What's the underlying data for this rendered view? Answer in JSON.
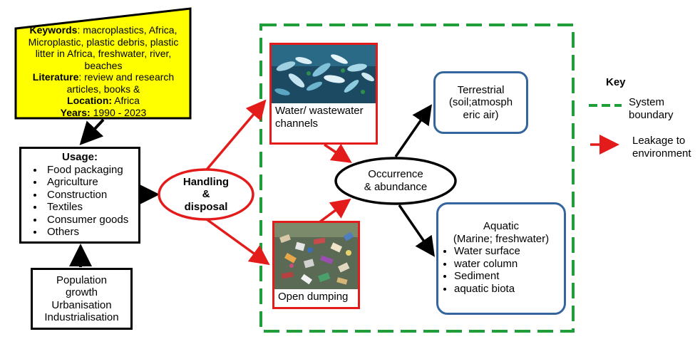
{
  "keywords_box": {
    "keywords_label": "Keywords",
    "keywords_text": ": macroplastics, Africa, Microplastic, plastic debris, plastic litter in Africa, freshwater, river, beaches",
    "literature_label": "Literature",
    "literature_text": ": review and research articles, books &",
    "location_label": "Location:",
    "location_text": " Africa",
    "years_label": "Years:",
    "years_text": " 1990 - 2023"
  },
  "usage": {
    "title": "Usage:",
    "items": [
      "Food packaging",
      "Agriculture",
      "Construction",
      "Textiles",
      "Consumer goods",
      "Others"
    ]
  },
  "drivers": [
    "Population",
    "growth",
    "Urbanisation",
    "Industrialisation"
  ],
  "handling": [
    "Handling",
    "&",
    "disposal"
  ],
  "water_channels": {
    "label": "Water/ wastewater channels",
    "line1": "Water/ wastewater",
    "line2": "channels"
  },
  "open_dumping": {
    "label": "Open dumping"
  },
  "occurrence": [
    "Occurrence",
    "& abundance"
  ],
  "terrestrial": [
    "Terrestrial",
    "(soil;atmosph",
    "eric air)"
  ],
  "aquatic": {
    "title1": "Aquatic",
    "title2": "(Marine; freshwater)",
    "items": [
      "Water surface",
      "water column",
      "Sediment",
      "aquatic biota"
    ]
  },
  "key": {
    "title": "Key",
    "system_boundary": [
      "System",
      "boundary"
    ],
    "leakage": [
      "Leakage to",
      "environment"
    ]
  },
  "colors": {
    "yellow_fill": "#ffff00",
    "red_arrow": "#e31b1b",
    "green_boundary": "#1f9e3a",
    "blue_border": "#34659c"
  }
}
